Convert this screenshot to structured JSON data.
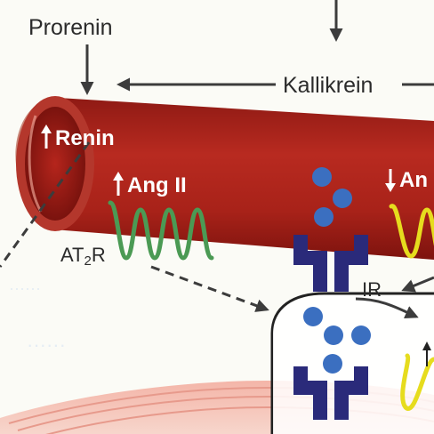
{
  "labels": {
    "prorenin": "Prorenin",
    "kallikrein": "Kallikrein",
    "renin": "Renin",
    "ang_ii": "Ang II",
    "ang_right": "An",
    "at2r_main": "AT",
    "at2r_sub": "2",
    "at2r_tail": "R",
    "ir": "IR"
  },
  "colors": {
    "background": "#fbfbf6",
    "vessel": "#b3261e",
    "vessel_dark": "#8a1712",
    "tube_wall": "#c98a7c",
    "arrow": "#3c3c3c",
    "receptor": "#2a2a7a",
    "ligand": "#3b6fc0",
    "at2r_coil": "#4b9a54",
    "receptor_coil": "#e6dc1e",
    "up_arrow": "#ffffff",
    "down_arrow": "#ffffff"
  },
  "icons": {
    "up_arrow": "up-arrow-icon",
    "down_arrow": "down-arrow-icon"
  }
}
